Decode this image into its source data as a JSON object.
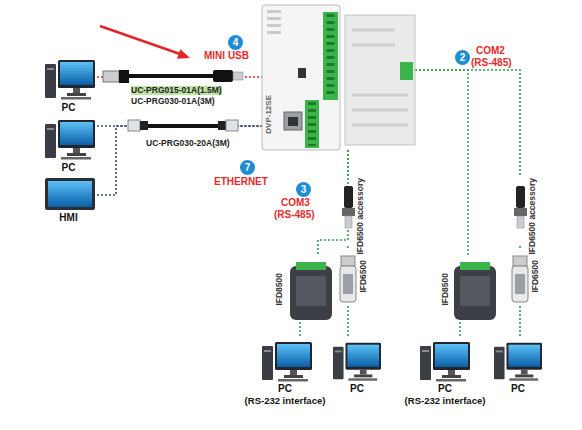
{
  "diagram": {
    "nodes": [
      {
        "text": [
          "PC"
        ]
      },
      {
        "text": [
          "PC"
        ]
      },
      {
        "text": [
          "HMI"
        ]
      },
      {
        "text": [
          "DVP-12SE"
        ]
      },
      {
        "text": [
          "IFD6500 accessory"
        ]
      },
      {
        "text": [
          "IFD8500"
        ]
      },
      {
        "text": [
          "IFD6500"
        ]
      },
      {
        "text": [
          "IFD6500 accessory"
        ]
      },
      {
        "text": [
          "IFD8500"
        ]
      },
      {
        "text": [
          "IFD6500"
        ]
      },
      {
        "text": [
          "PC",
          "(RS-232 interface)"
        ]
      },
      {
        "text": [
          "PC"
        ]
      },
      {
        "text": [
          "PC",
          "(RS-232 interface)"
        ]
      },
      {
        "text": [
          "PC"
        ]
      }
    ],
    "edges": [
      {
        "from": 0,
        "to": 3,
        "arrow": "none"
      },
      {
        "from": 1,
        "to": 3,
        "arrow": "none"
      },
      {
        "from": 2,
        "to": 3,
        "arrow": "none"
      },
      {
        "from": 3,
        "to": 5,
        "arrow": "none"
      },
      {
        "from": 3,
        "to": 4,
        "arrow": "none"
      },
      {
        "from": 4,
        "to": 6,
        "arrow": "none"
      },
      {
        "from": 5,
        "to": 10,
        "arrow": "none"
      },
      {
        "from": 6,
        "to": 11,
        "arrow": "none"
      },
      {
        "from": 3,
        "to": 8,
        "arrow": "none"
      },
      {
        "from": 3,
        "to": 7,
        "arrow": "none"
      },
      {
        "from": 7,
        "to": 9,
        "arrow": "none"
      },
      {
        "from": 8,
        "to": 12,
        "arrow": "none"
      },
      {
        "from": 9,
        "to": 13,
        "arrow": "none"
      }
    ],
    "labels": [
      "4",
      "MINI USB",
      "UC-PRG015-01A(1.5M)",
      "UC-PRG030-01A(3M)",
      "UC-PRG030-20A(3M)",
      "7",
      "ETHERNET",
      "2",
      "COM2",
      "(RS-485)",
      "3",
      "COM3",
      "(RS-485)"
    ]
  }
}
